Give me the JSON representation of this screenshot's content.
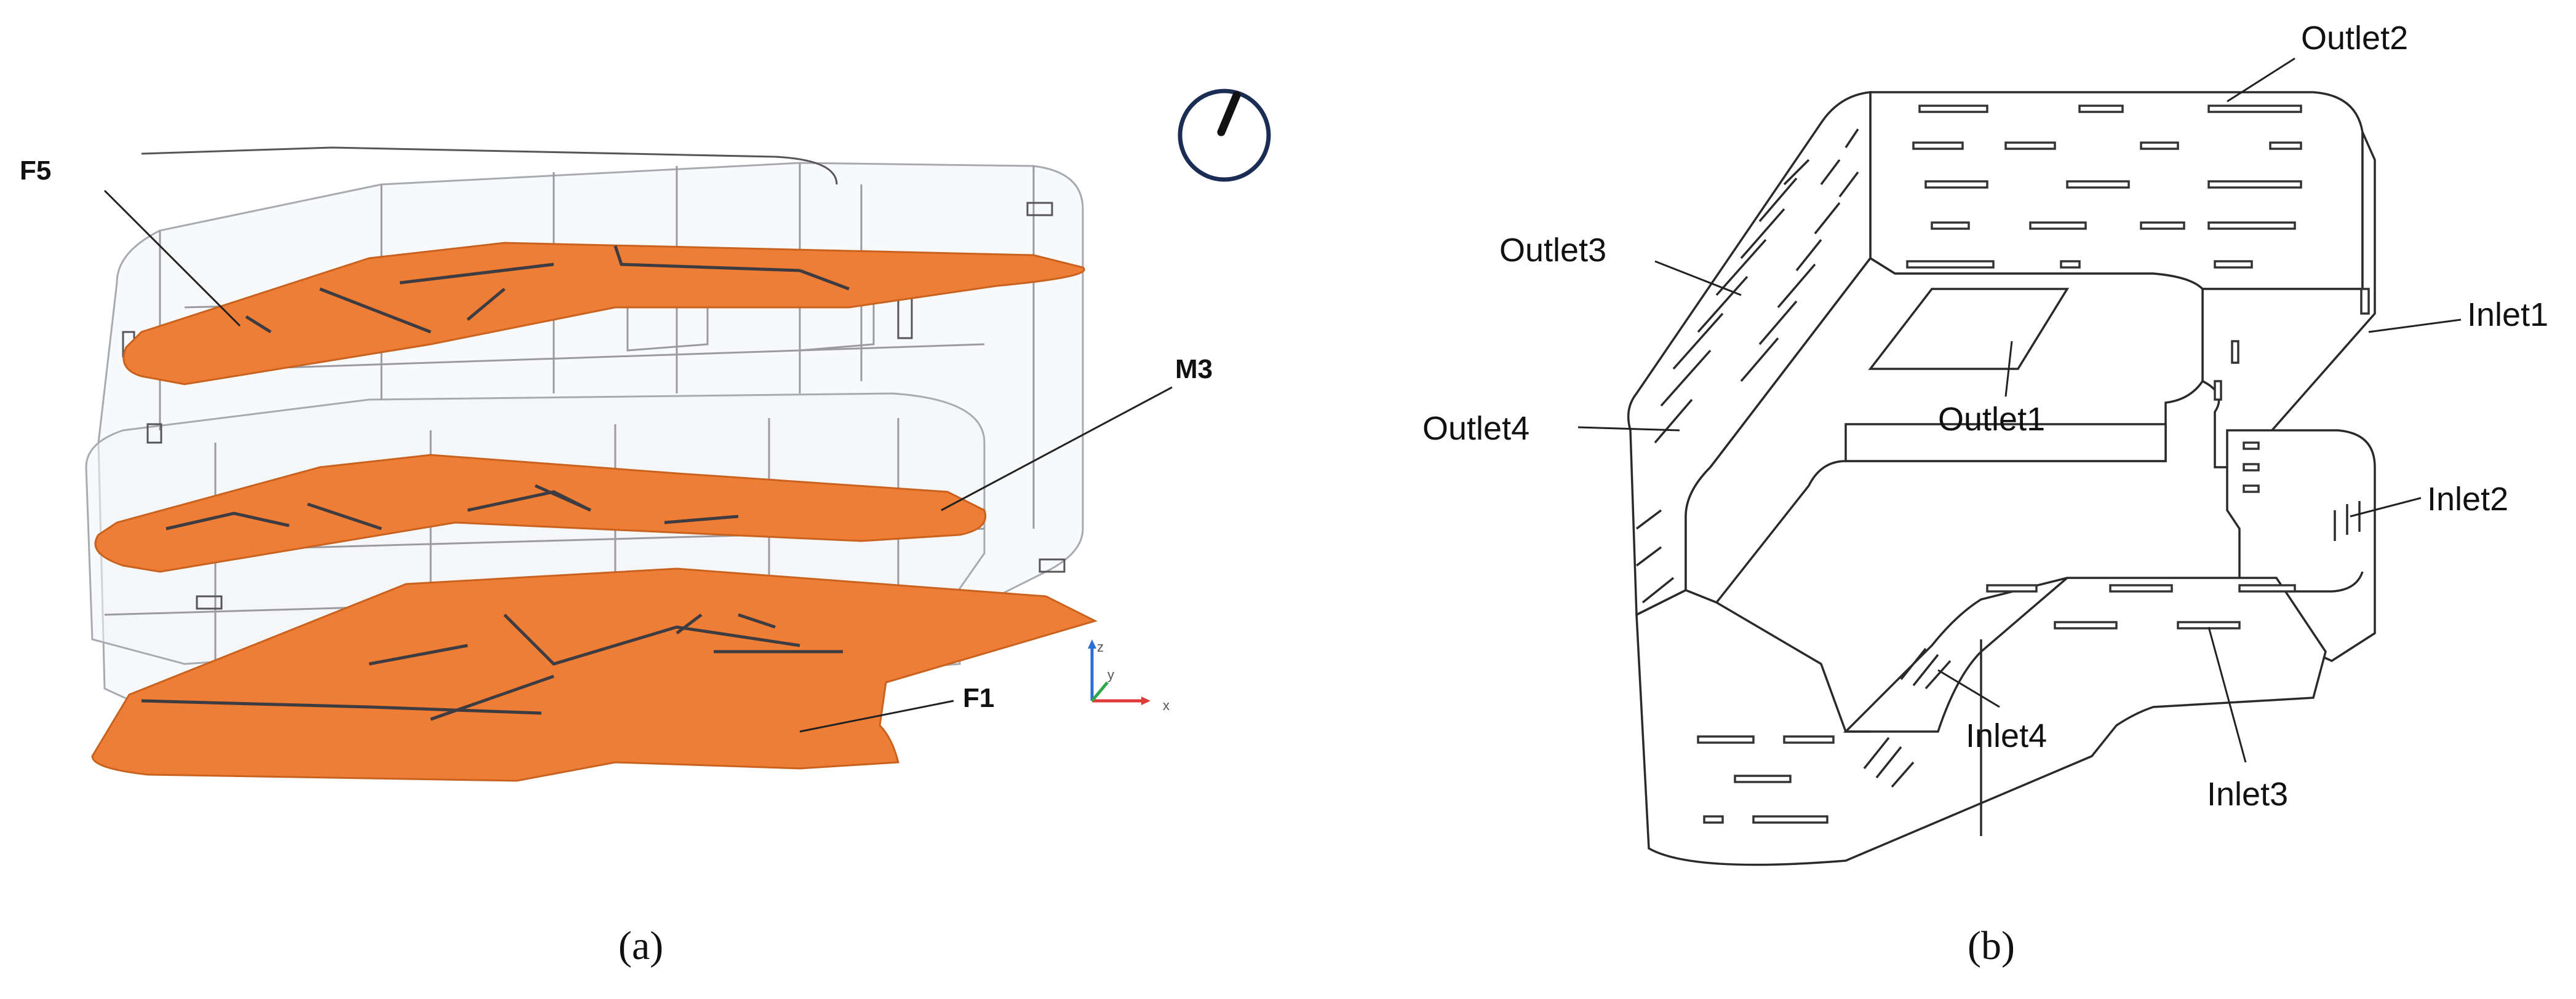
{
  "panel_a": {
    "caption": "(a)",
    "labels": {
      "f5": "F5",
      "m3": "M3",
      "f1": "F1"
    },
    "axes": {
      "z": "z",
      "y": "y",
      "x": "x"
    },
    "colors": {
      "floor": "#ee7d35",
      "axis_z": "#2d6fd6",
      "axis_y": "#2ea84a",
      "axis_x": "#e03a3a",
      "compass": "#1b2d55"
    },
    "icons": [
      "compass-icon",
      "axis-triad-icon"
    ]
  },
  "panel_b": {
    "caption": "(b)",
    "labels": {
      "outlet1": "Outlet1",
      "outlet2": "Outlet2",
      "outlet3": "Outlet3",
      "outlet4": "Outlet4",
      "inlet1": "Inlet1",
      "inlet2": "Inlet2",
      "inlet3": "Inlet3",
      "inlet4": "Inlet4"
    }
  }
}
